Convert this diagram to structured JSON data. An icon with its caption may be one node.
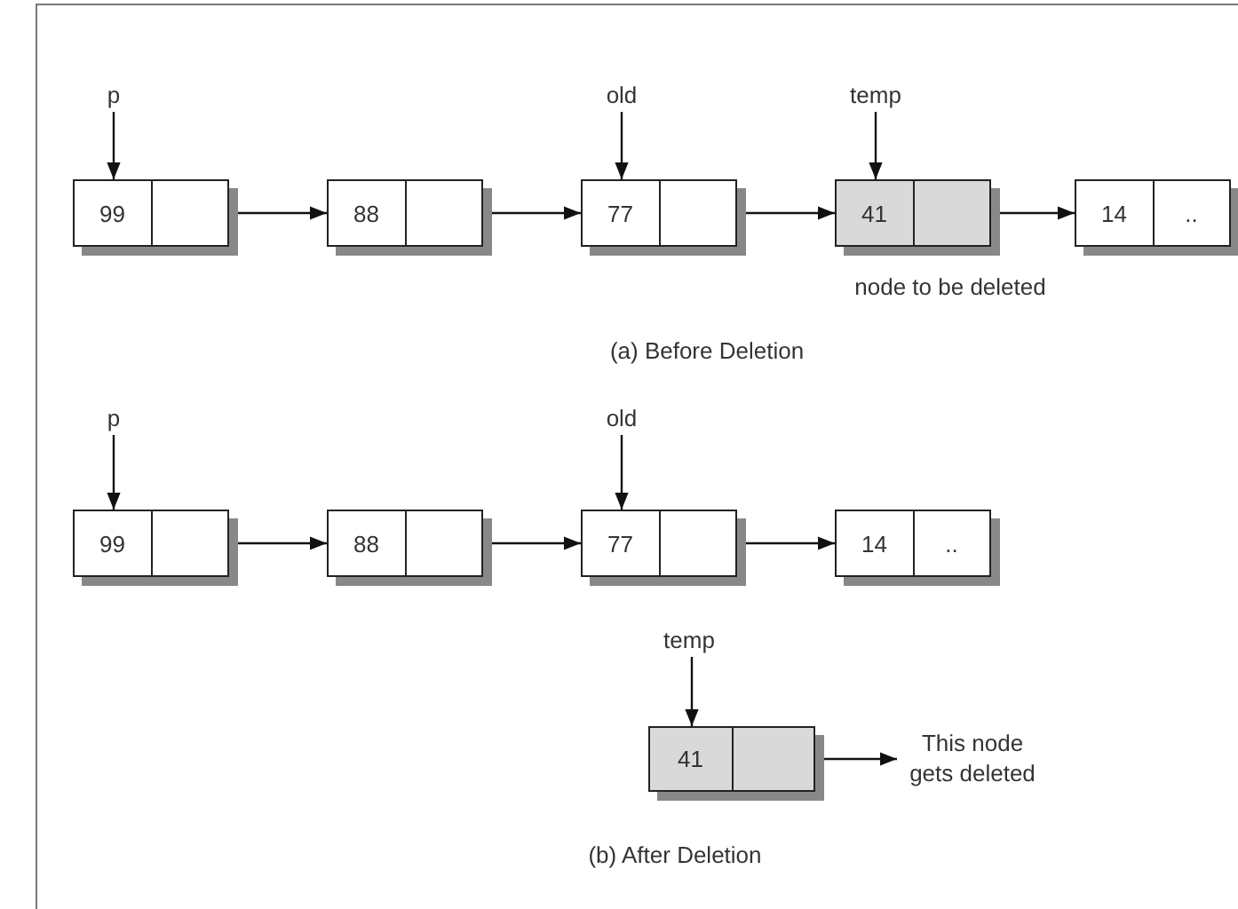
{
  "diagram": {
    "nodes": [
      {
        "text": [
          "p"
        ]
      },
      {
        "text": [
          "old"
        ]
      },
      {
        "text": [
          "temp"
        ]
      },
      {
        "text": [
          "99"
        ]
      },
      {
        "text": [
          "88"
        ]
      },
      {
        "text": [
          "77"
        ]
      },
      {
        "text": [
          "41"
        ],
        "beside": [
          "node to be deleted"
        ]
      },
      {
        "text": [
          "14",
          ".."
        ]
      },
      {
        "text": [
          "p"
        ]
      },
      {
        "text": [
          "old"
        ]
      },
      {
        "text": [
          "99"
        ]
      },
      {
        "text": [
          "88"
        ]
      },
      {
        "text": [
          "77"
        ]
      },
      {
        "text": [
          "14",
          ".."
        ]
      },
      {
        "text": [
          "temp"
        ]
      },
      {
        "text": [
          "41"
        ]
      },
      {
        "text": [
          "This node gets deleted"
        ]
      }
    ],
    "edges": [
      {
        "from": 0,
        "to": 3,
        "arrow": "to"
      },
      {
        "from": 1,
        "to": 5,
        "arrow": "to"
      },
      {
        "from": 2,
        "to": 6,
        "arrow": "to"
      },
      {
        "from": 3,
        "to": 4,
        "arrow": "to"
      },
      {
        "from": 4,
        "to": 5,
        "arrow": "to"
      },
      {
        "from": 5,
        "to": 6,
        "arrow": "to"
      },
      {
        "from": 6,
        "to": 7,
        "arrow": "to"
      },
      {
        "from": 8,
        "to": 10,
        "arrow": "to"
      },
      {
        "from": 9,
        "to": 12,
        "arrow": "to"
      },
      {
        "from": 10,
        "to": 11,
        "arrow": "to"
      },
      {
        "from": 11,
        "to": 12,
        "arrow": "to"
      },
      {
        "from": 12,
        "to": 13,
        "arrow": "to"
      },
      {
        "from": 14,
        "to": 15,
        "arrow": "to"
      },
      {
        "from": 15,
        "to": 16,
        "arrow": "to"
      }
    ],
    "labels": [
      "(a) Before Deletion",
      "(b) After Deletion"
    ]
  }
}
